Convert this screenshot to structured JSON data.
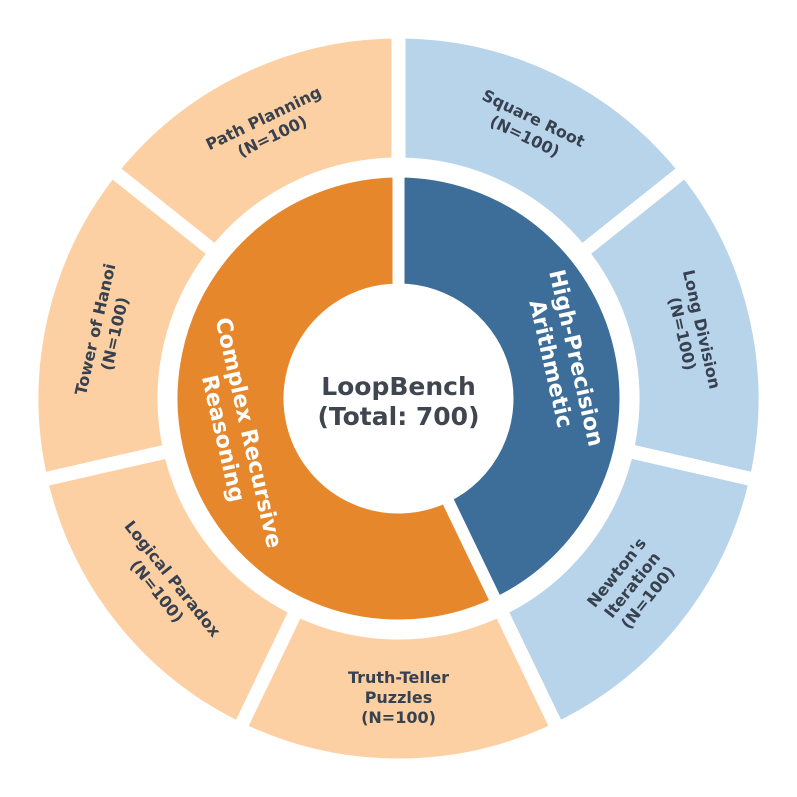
{
  "chart_data": {
    "type": "pie",
    "title": "",
    "center_label": [
      "LoopBench",
      "(Total: 700)"
    ],
    "colors": {
      "reasoning_dark": "#e6872c",
      "reasoning_light": "#fdd0a3",
      "arithmetic_dark": "#3c6e99",
      "arithmetic_light": "#b8d4ea",
      "center": "#ffffff",
      "text_dark": "#38414f",
      "text_center": "#3f4650"
    },
    "inner": [
      {
        "name": "High-Precision Arithmetic",
        "lines": [
          "High-Precision",
          "Arithmetic"
        ],
        "value": 300,
        "group": "arithmetic"
      },
      {
        "name": "Complex Recursive Reasoning",
        "lines": [
          "Complex Recursive",
          "Reasoning"
        ],
        "value": 400,
        "group": "reasoning"
      }
    ],
    "outer": [
      {
        "lines": [
          "Square Root",
          "(N=100)"
        ],
        "value": 100,
        "group": "arithmetic"
      },
      {
        "lines": [
          "Long Division",
          "(N=100)"
        ],
        "value": 100,
        "group": "arithmetic"
      },
      {
        "lines": [
          "Newton's",
          "Iteration",
          "(N=100)"
        ],
        "value": 100,
        "group": "arithmetic"
      },
      {
        "lines": [
          "Truth-Teller",
          "Puzzles",
          "(N=100)"
        ],
        "value": 100,
        "group": "reasoning"
      },
      {
        "lines": [
          "Logical Paradox",
          "(N=100)"
        ],
        "value": 100,
        "group": "reasoning"
      },
      {
        "lines": [
          "Tower of Hanoi",
          "(N=100)"
        ],
        "value": 100,
        "group": "reasoning"
      },
      {
        "lines": [
          "Path Planning",
          "(N=100)"
        ],
        "value": 100,
        "group": "reasoning"
      }
    ]
  }
}
